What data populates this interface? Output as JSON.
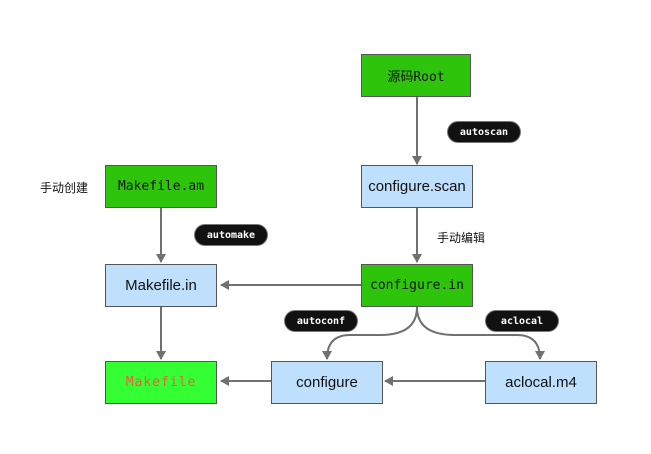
{
  "nodes": {
    "source_root": "源码Root",
    "configure_scan": "configure.scan",
    "makefile_am": "Makefile.am",
    "makefile_in": "Makefile.in",
    "configure_in": "configure.in",
    "makefile": "Makefile",
    "configure": "configure",
    "aclocal_m4": "aclocal.m4"
  },
  "edge_labels": {
    "autoscan": "autoscan",
    "automake": "automake",
    "autoconf": "autoconf",
    "aclocal": "aclocal"
  },
  "notes": {
    "manual_create": "手动创建",
    "manual_edit": "手动编辑"
  },
  "colors": {
    "green_node": "#2fc40c",
    "bright_green_node": "#33ff33",
    "blue_node": "#bfe0fc",
    "makefile_text": "#e8623a",
    "arrow": "#707070"
  }
}
